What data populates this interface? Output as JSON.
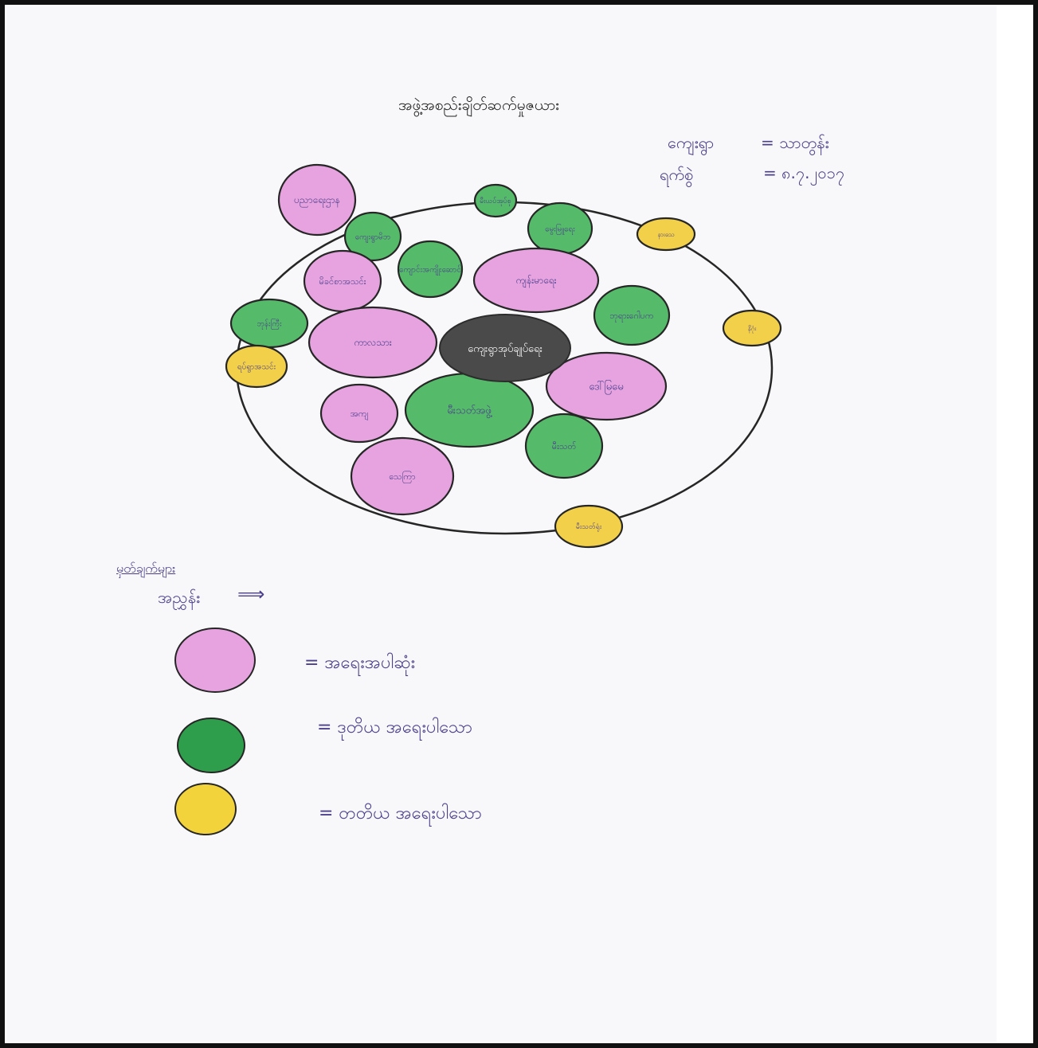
{
  "title": "အဖွဲ့အစည်းချိတ်ဆက်မှုဇယား",
  "header": {
    "village_label": "ကျေးရွာ",
    "village_value": "= သာတွန်း",
    "date_label": "ရက်စွဲ",
    "date_value": "= ၈.၇.၂၀၁၇"
  },
  "center_node": {
    "label": "ကျေးရွာအုပ်ချုပ်ရေး",
    "color": "#4a4a4a"
  },
  "nodes": [
    {
      "id": "n1",
      "label": "ပညာရေးဌာန",
      "level": "high"
    },
    {
      "id": "n2",
      "label": "မီးယပ်အုပ်စု",
      "level": "medium"
    },
    {
      "id": "n3",
      "label": "ကျေးရွာမိဘ",
      "level": "medium"
    },
    {
      "id": "n4",
      "label": "မွေးမြူရေး",
      "level": "medium"
    },
    {
      "id": "n5",
      "label": "နားသေ",
      "level": "low"
    },
    {
      "id": "n6",
      "label": "ကျောင်းအကျိုးဆောင်",
      "level": "medium"
    },
    {
      "id": "n7",
      "label": "ကျန်းမာရေး",
      "level": "high"
    },
    {
      "id": "n8",
      "label": "မိခင်စာအသင်း",
      "level": "high"
    },
    {
      "id": "n9",
      "label": "ဘုန်းကြီး",
      "level": "medium"
    },
    {
      "id": "n10",
      "label": "ဘုရားဂေါပက",
      "level": "medium"
    },
    {
      "id": "n11",
      "label": "နိဂုံး",
      "level": "low"
    },
    {
      "id": "n12",
      "label": "ကာလသား",
      "level": "high"
    },
    {
      "id": "n13",
      "label": "ရပ်ရွာအသင်း",
      "level": "low"
    },
    {
      "id": "n14",
      "label": "ဒေါ်မြမေ",
      "level": "high"
    },
    {
      "id": "n15",
      "label": "အကျ",
      "level": "high"
    },
    {
      "id": "n16",
      "label": "မီးသတ်အဖွဲ့",
      "level": "medium"
    },
    {
      "id": "n17",
      "label": "မီးသတ်",
      "level": "medium"
    },
    {
      "id": "n18",
      "label": "သေကြာ",
      "level": "high"
    },
    {
      "id": "n19",
      "label": "မီးသတ်ရုံး",
      "level": "low"
    }
  ],
  "legend": {
    "heading": "မှတ်ချက်များ",
    "key_label": "အညွှန်း",
    "arrow": "⟹",
    "items": [
      {
        "level": "high",
        "color": "#e6a3df",
        "text": "= အရေးအပါဆုံး"
      },
      {
        "level": "medium",
        "color": "#2e9e4c",
        "text": "= ဒုတိယ အရေးပါသော"
      },
      {
        "level": "low",
        "color": "#f3d33c",
        "text": "= တတိယ အရေးပါသော"
      }
    ]
  },
  "level_colors": {
    "high": "#e6a3df",
    "medium": "#55bb6a",
    "low": "#f2d04a",
    "outline": "#262626"
  }
}
